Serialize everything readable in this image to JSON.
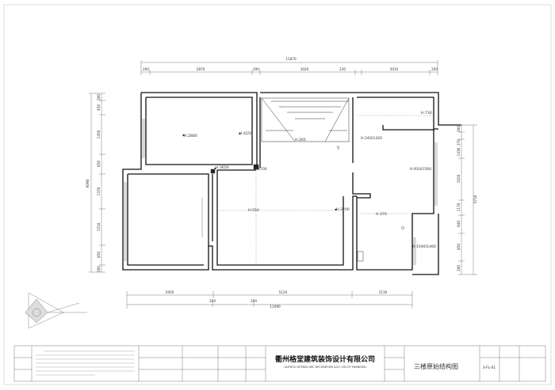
{
  "dimensions": {
    "top_total": "11870",
    "top_segments": [
      "200",
      "2870",
      "290",
      "3020",
      "230",
      "3010",
      "200"
    ],
    "bottom_segments": [
      "2950",
      "5120",
      "2130"
    ],
    "bottom_sub": [
      "290",
      "290"
    ],
    "bottom_total": "11090",
    "left_total": "6090",
    "left_segments": [
      "200",
      "450",
      "1450",
      "850",
      "1370",
      "1510",
      "850",
      "200"
    ],
    "right_total": "5710",
    "right_segments": [
      "200",
      "270",
      "1430",
      "1620",
      "1170",
      "940",
      "850",
      "200"
    ]
  },
  "labels": {
    "h_2880": "H:2880",
    "h_4250": "H:4250",
    "h_730": "H:730",
    "h_265": "H:265",
    "down": "下",
    "h_240_1420": "H:240/1420",
    "h_3650": "H:3650",
    "h_3700": "H:3700",
    "h_910_1560": "H:910/1560",
    "h_550": "H:550",
    "h_3200": "H:3200",
    "h_370": "H:370",
    "h_1040_1460": "H:1040/1460"
  },
  "title_block": {
    "company_cn": "衢州格堂建筑装饰设计有限公司",
    "company_en": "QUZHOU GETANG ARC DECORATION &CO. LTD OF SHANGHAI",
    "drawing_title": "三楼原始结构图",
    "drawing_number": "3-FL-01"
  }
}
